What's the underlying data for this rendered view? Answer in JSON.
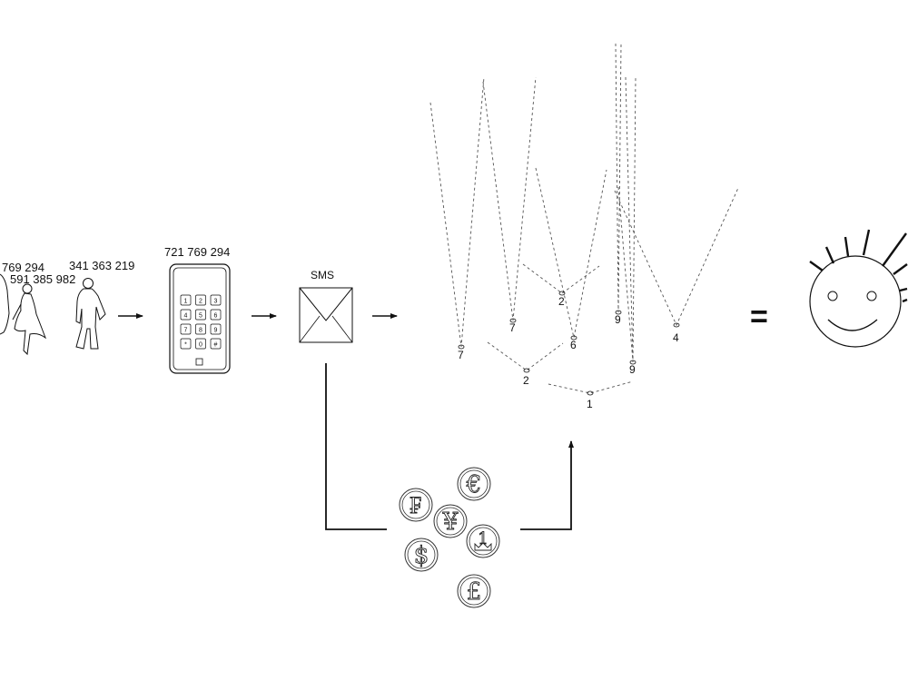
{
  "people_numbers": {
    "left": "769 294",
    "middle": "591 385 982",
    "right": "341 363 219"
  },
  "phone": {
    "number": "721 769 294",
    "keys": [
      "1",
      "2",
      "3",
      "4",
      "5",
      "6",
      "7",
      "8",
      "9",
      "*",
      "0",
      "#"
    ]
  },
  "sms_label": "SMS",
  "tree_nodes": [
    "7",
    "7",
    "2",
    "6",
    "9",
    "9",
    "4",
    "2",
    "1"
  ],
  "equals_sign": "=",
  "coins": [
    {
      "icon": "franc-icon",
      "symbol": "₣"
    },
    {
      "icon": "euro-icon",
      "symbol": "€"
    },
    {
      "icon": "yen-icon",
      "symbol": "¥"
    },
    {
      "icon": "crown-one-icon",
      "symbol": "1"
    },
    {
      "icon": "dollar-icon",
      "symbol": "$"
    },
    {
      "icon": "pound-icon",
      "symbol": "£"
    }
  ],
  "icons": [
    "person-silhouette-icon",
    "mobile-phone-icon",
    "envelope-icon",
    "smiley-face-icon",
    "arrow-right-icon",
    "arrow-up-icon"
  ]
}
